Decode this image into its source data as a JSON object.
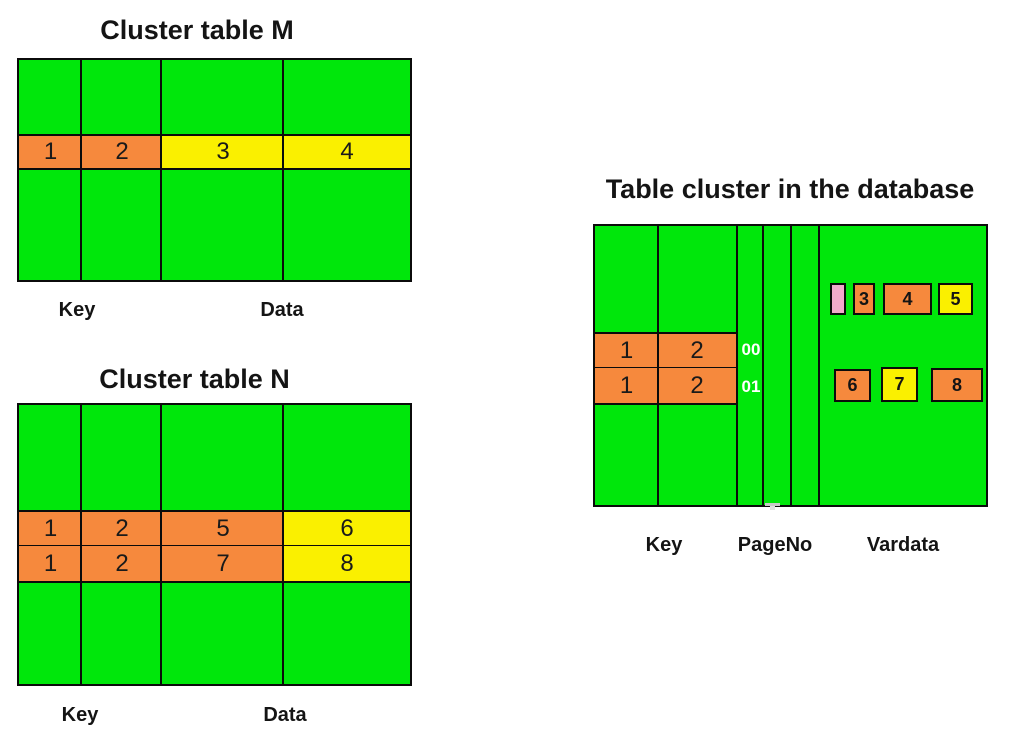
{
  "titles": {
    "table_m": "Cluster table M",
    "table_n": "Cluster table N",
    "database": "Table cluster in the database"
  },
  "table_m": {
    "row": [
      "1",
      "2",
      "3",
      "4"
    ],
    "key_label": "Key",
    "data_label": "Data"
  },
  "table_n": {
    "row1": [
      "1",
      "2",
      "5",
      "6"
    ],
    "row2": [
      "1",
      "2",
      "7",
      "8"
    ],
    "key_label": "Key",
    "data_label": "Data"
  },
  "db": {
    "key_row1": [
      "1",
      "2"
    ],
    "key_row2": [
      "1",
      "2"
    ],
    "page_no": [
      "00",
      "01"
    ],
    "vardata_row1": [
      "3",
      "4",
      "5"
    ],
    "vardata_row2": [
      "6",
      "7",
      "8"
    ],
    "labels": {
      "key": "Key",
      "pageno": "PageNo",
      "vardata": "Vardata"
    }
  },
  "colors": {
    "green": "#00E70B",
    "orange": "#F6893D",
    "yellow": "#FAF000",
    "pink": "#F2AACB",
    "border": "#0b0b0b",
    "pageno_text": "#ffffff"
  }
}
